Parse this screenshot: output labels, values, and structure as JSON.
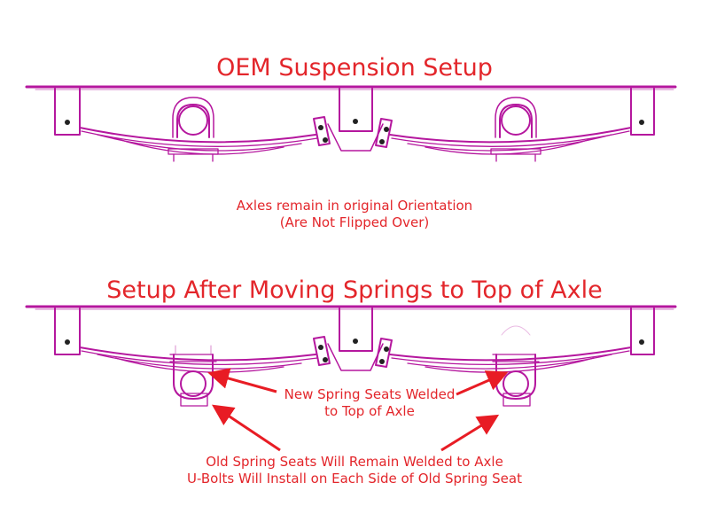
{
  "titles": {
    "oem": "OEM Suspension Setup",
    "after": "Setup After Moving Springs to Top of Axle"
  },
  "notes": {
    "orientation_line1": "Axles remain in original Orientation",
    "orientation_line2": "(Are Not Flipped Over)",
    "new_seats_line1": "New Spring Seats Welded",
    "new_seats_line2": "to Top of Axle",
    "old_seats_line1": "Old Spring Seats Will Remain Welded to Axle",
    "old_seats_line2": "U-Bolts Will Install on Each Side of Old Spring Seat"
  },
  "colors": {
    "text": "#e3262b",
    "drawing": "#b5179e",
    "arrow": "#e81c24"
  }
}
